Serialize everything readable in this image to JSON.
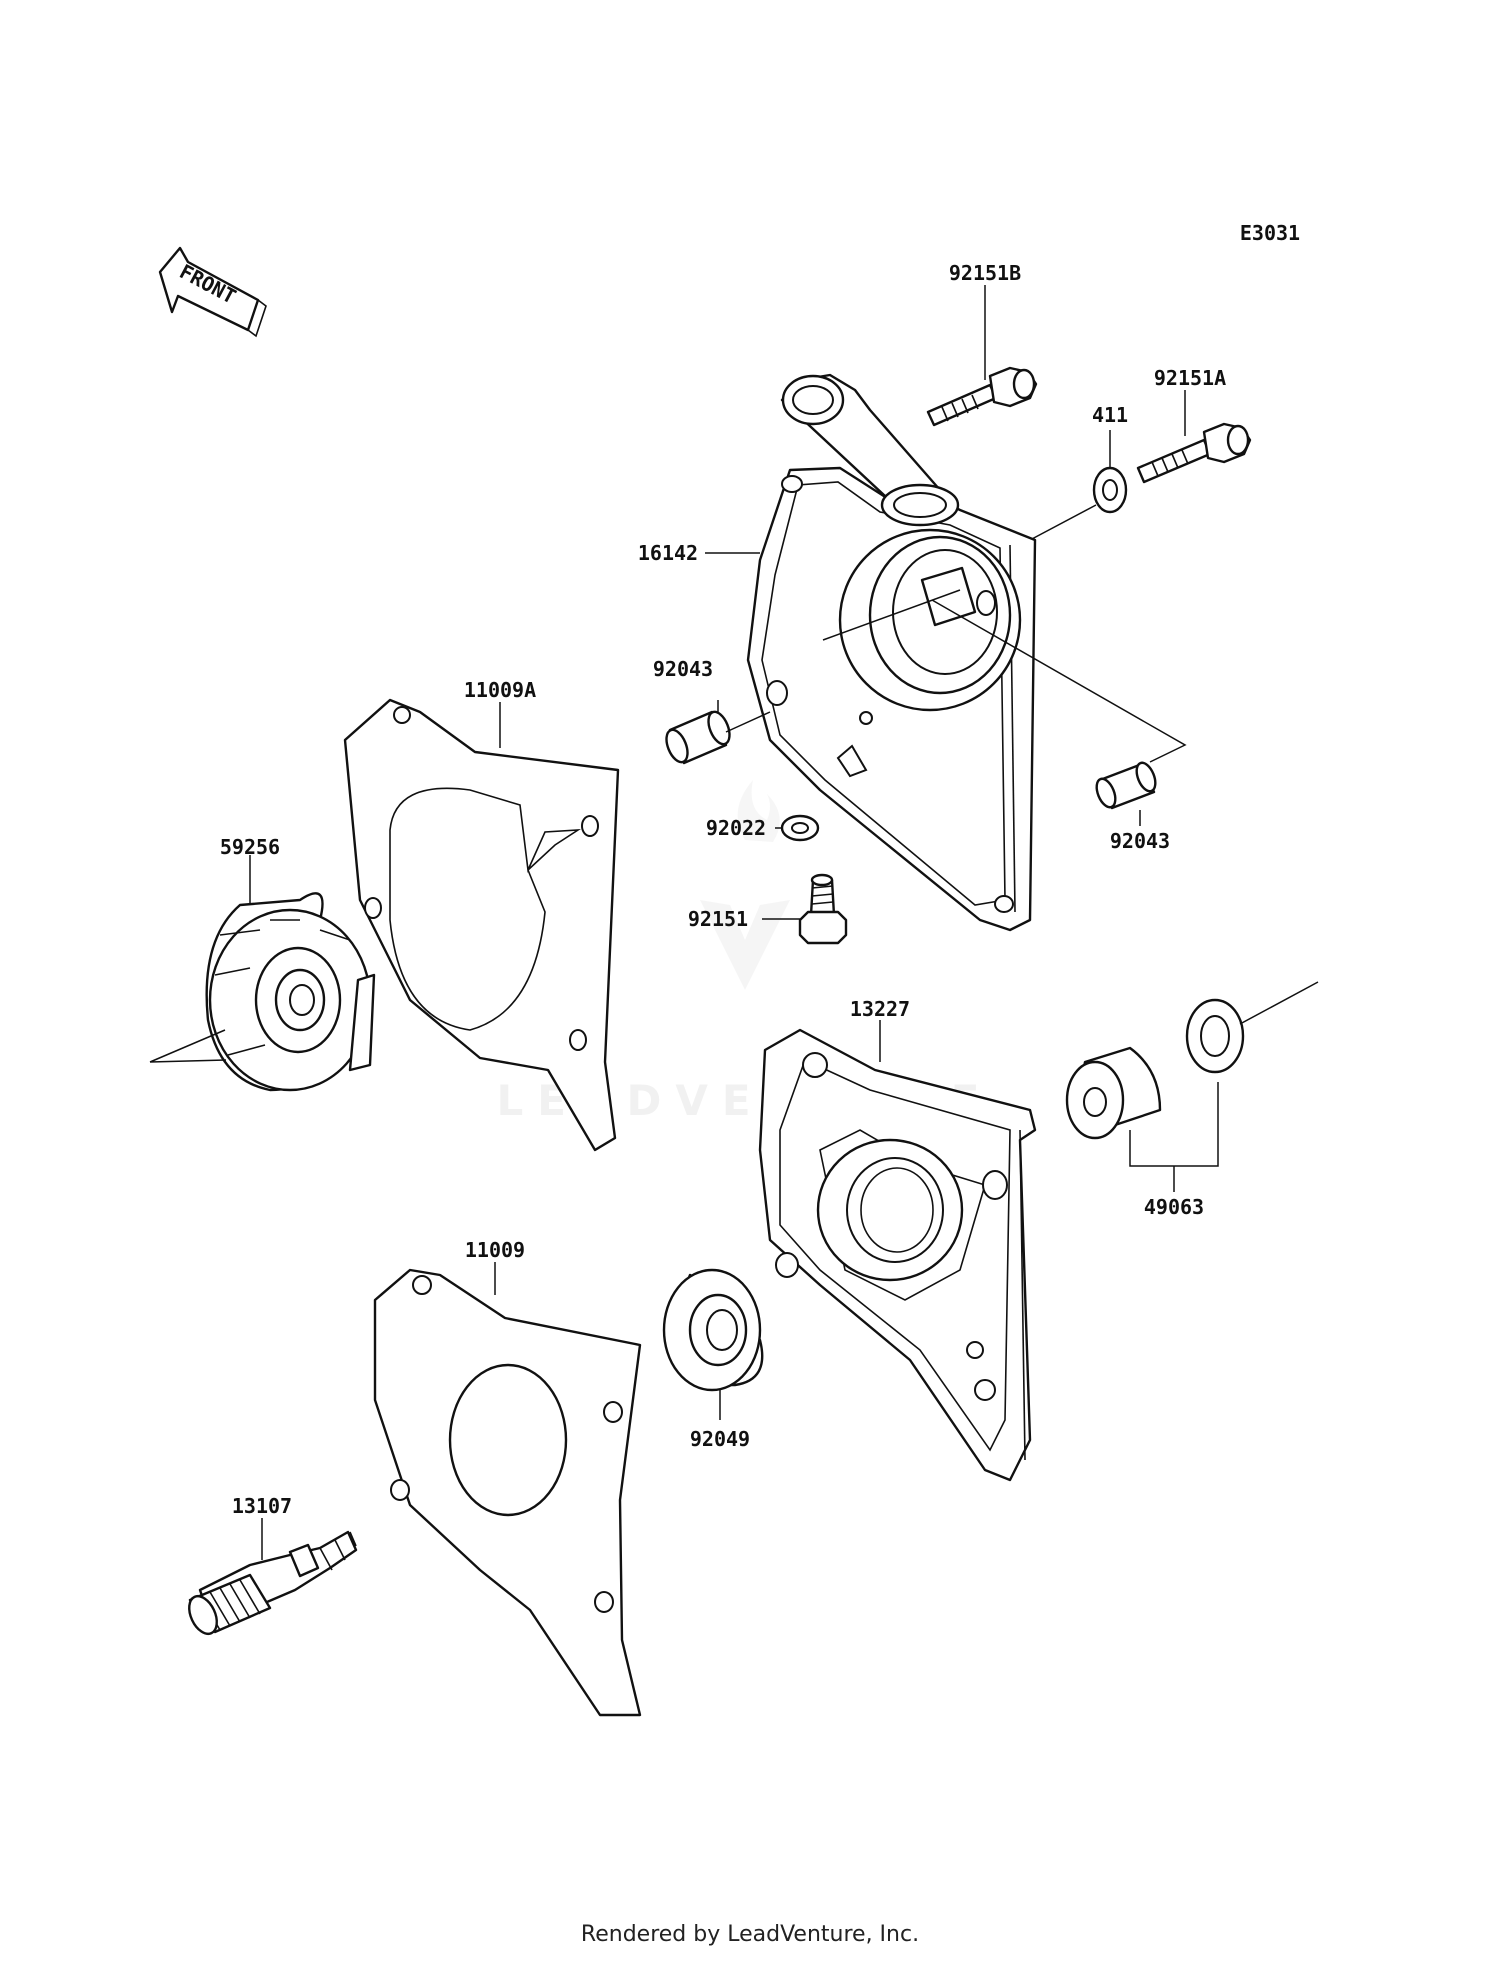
{
  "diagram": {
    "code": "E3031",
    "front_label": "FRONT",
    "watermark": "LEADVENTURE",
    "footer": "Rendered by LeadVenture, Inc.",
    "parts": {
      "p92151B": "92151B",
      "p92151A": "92151A",
      "p411": "411",
      "p16142": "16142",
      "p92043a": "92043",
      "p11009A": "11009A",
      "p92043b": "92043",
      "p92022": "92022",
      "p59256": "59256",
      "p92151": "92151",
      "p13227": "13227",
      "p49063": "49063",
      "p11009": "11009",
      "p92049": "92049",
      "p13107": "13107"
    }
  }
}
